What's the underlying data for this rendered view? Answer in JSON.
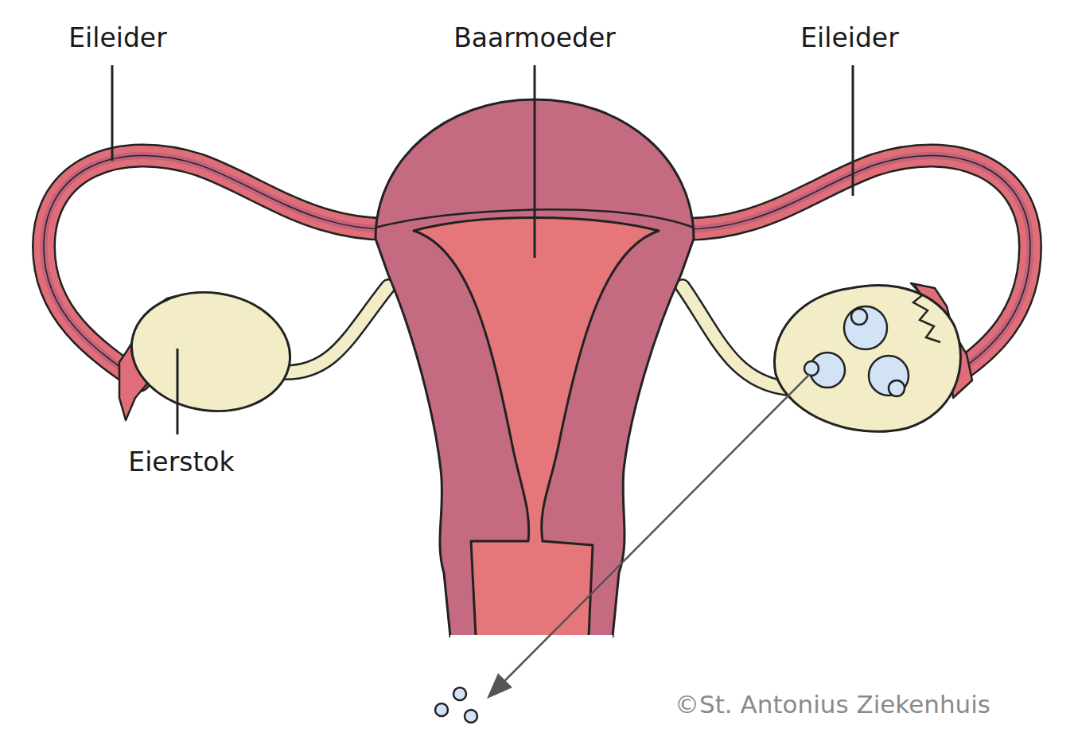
{
  "diagram": {
    "labels": [
      "Eileider",
      "Baarmoeder",
      "Eileider",
      "Eierstok",
      "©St. Antonius Ziekenhuis"
    ]
  }
}
